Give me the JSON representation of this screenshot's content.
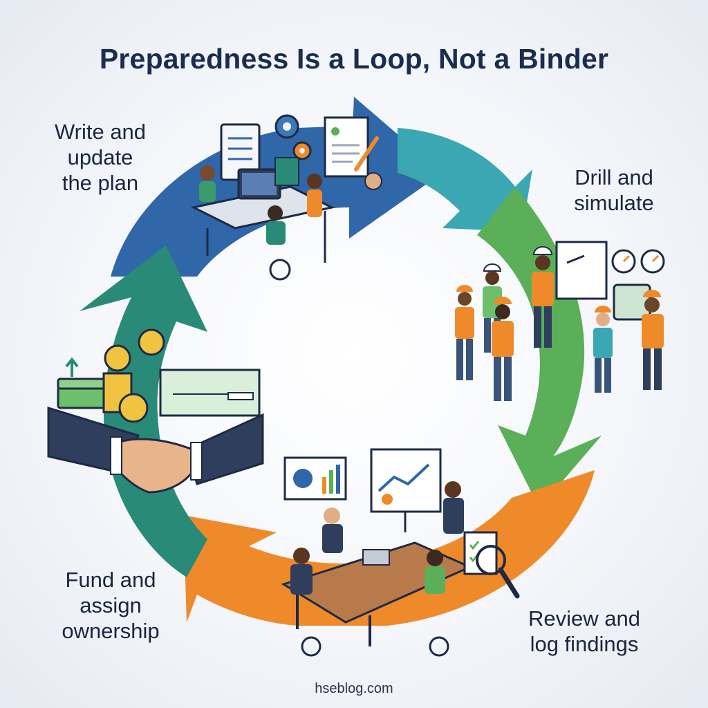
{
  "title": "Preparedness Is a Loop, Not a Binder",
  "steps": [
    {
      "lines": [
        "Write and",
        "update",
        "the plan"
      ],
      "color": "#2f67a8"
    },
    {
      "lines": [
        "Drill and",
        "simulate"
      ],
      "color": "#5aaf58"
    },
    {
      "lines": [
        "Review and",
        "log findings"
      ],
      "color": "#ef8a2b"
    },
    {
      "lines": [
        "Fund and",
        "assign",
        "ownership"
      ],
      "color": "#2a8a78"
    }
  ],
  "accent_teal": "#3aa7b3",
  "footer": "hseblog.com",
  "icons": [
    "planning-team-icon",
    "gear-icon",
    "document-pen-icon",
    "safety-drill-team-icon",
    "whiteboard-icon",
    "stopwatch-icon",
    "meeting-review-icon",
    "chart-board-icon",
    "magnifier-checklist-icon",
    "handshake-icon",
    "coin-stack-icon",
    "cash-icon",
    "check-icon"
  ]
}
